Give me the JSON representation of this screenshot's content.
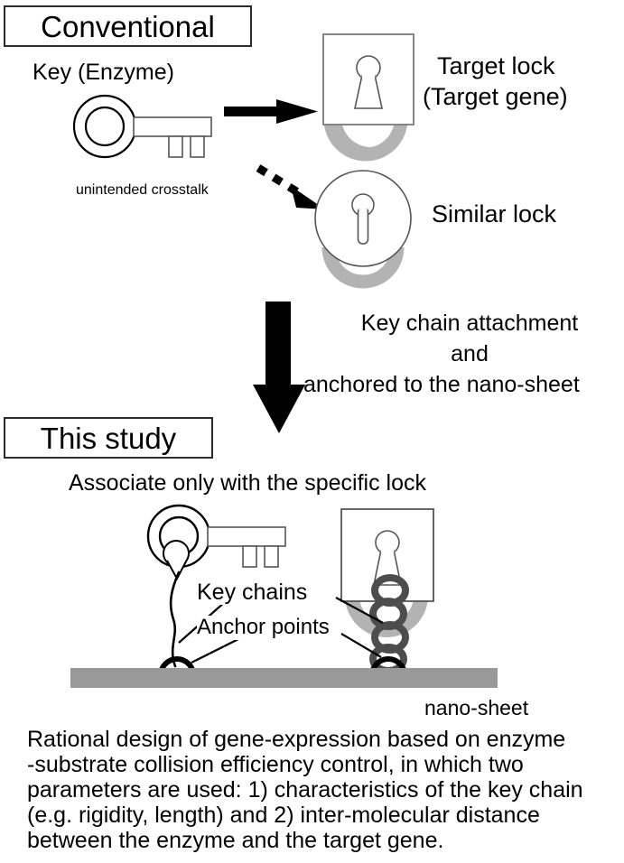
{
  "figure": {
    "background_color": "#ffffff",
    "stroke_color": "#000000",
    "shackle_gray": "#b3b3b3",
    "chain_gray": "#4d4d4d",
    "sheet_gray": "#999999"
  },
  "conventional": {
    "section_label": "Conventional",
    "key_label": "Key (Enzyme)",
    "target_lock_line1": "Target lock",
    "target_lock_line2": "(Target gene)",
    "crosstalk_label": "unintended crosstalk",
    "similar_lock_label": "Similar lock",
    "icons": {
      "key": "key-icon",
      "solid_arrow": "solid-arrow-right-icon",
      "dashed_arrow": "dashed-arrow-diagonal-icon",
      "target_lock": "square-padlock-icon",
      "similar_lock": "round-padlock-icon"
    }
  },
  "transition": {
    "line1": "Key chain attachment",
    "line2": "and",
    "line3": "anchored to the nano-sheet",
    "arrow_icon": "thick-down-arrow-icon"
  },
  "this_study": {
    "section_label": "This study",
    "headline": "Associate only with the specific lock",
    "key_chains_label": "Key chains",
    "anchor_points_label": "Anchor points",
    "nano_sheet_label": "nano-sheet",
    "icons": {
      "key": "key-icon",
      "flexible_chain": "flexible-key-chain-icon",
      "rigid_chain": "rigid-link-chain-icon",
      "lock": "square-padlock-icon",
      "anchor_left": "anchor-point-icon",
      "anchor_right": "anchor-point-icon",
      "nano_sheet": "nano-sheet-bar-icon"
    }
  },
  "caption": {
    "text": "Rational design of gene-expression based on enzyme -substrate collision efficiency control, in which two parameters are used: 1) characteristics of the key chain (e.g. rigidity, length) and 2) inter-molecular distance between the enzyme and the target gene.",
    "lines": [
      "Rational design of gene-expression based on enzyme",
      "-substrate collision efficiency control, in which two",
      "parameters are used: 1) characteristics of the key chain",
      "(e.g. rigidity, length) and 2) inter-molecular distance",
      "between the enzyme and the target gene."
    ]
  }
}
